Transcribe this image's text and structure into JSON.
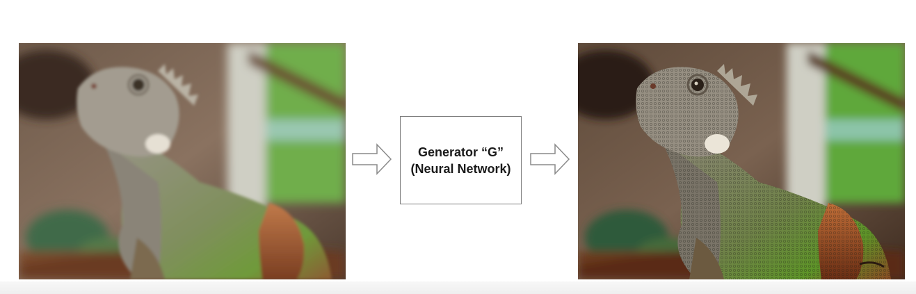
{
  "diagram": {
    "generator_box": {
      "line1": "Generator “G”",
      "line2": "(Neural Network)"
    },
    "input_image": {
      "subject": "iguana photo (low resolution / blurry)"
    },
    "output_image": {
      "subject": "iguana photo (enhanced / sharp)"
    },
    "colors": {
      "box_border": "#7b7b7b",
      "arrow_stroke": "#8a8a8a",
      "text": "#1a1a1a"
    }
  }
}
